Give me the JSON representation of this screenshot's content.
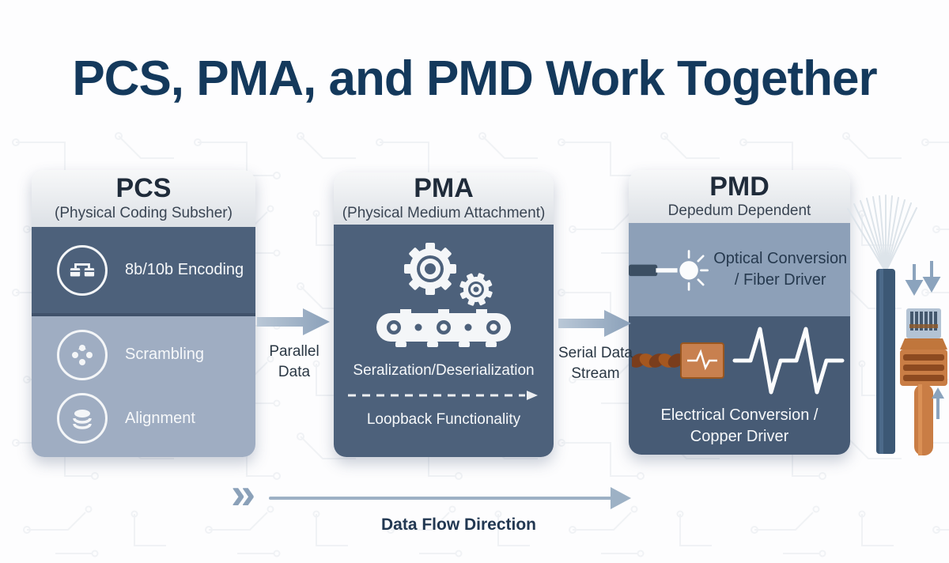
{
  "title": "PCS, PMA, and PMD Work Together",
  "panels": [
    {
      "acronym": "PCS",
      "subtitle": "(Physical Coding Subsher)",
      "features": [
        {
          "icon": "network-encoding-icon",
          "label": "8b/10b Encoding"
        },
        {
          "icon": "scrambling-clover-icon",
          "label": "Scrambling"
        },
        {
          "icon": "alignment-layers-icon",
          "label": "Alignment"
        }
      ]
    },
    {
      "acronym": "PMA",
      "subtitle": "(Physical Medium Attachment)",
      "icon": "gears-conveyor-icon",
      "features": [
        {
          "label": "Seralization/Deserialization"
        },
        {
          "label": "Loopback Functionality"
        }
      ]
    },
    {
      "acronym": "PMD",
      "subtitle": "Depedum Dependent",
      "features": [
        {
          "icon": "optical-laser-icon",
          "label": "Optical Conversion / Fiber Driver"
        },
        {
          "icon": "electrical-waveform-icon",
          "label": "Electrical Conversion / Copper Driver"
        }
      ]
    }
  ],
  "connectors": [
    {
      "label": "Parallel Data"
    },
    {
      "label": "Serial Data Stream"
    }
  ],
  "flow": {
    "label": "Data Flow Direction"
  },
  "graphics": {
    "icons": [
      "fiber-optic-cable-graphic",
      "ethernet-cable-rj45-graphic",
      "double-chevron-icon",
      "down-arrows-icon",
      "up-arrow-icon"
    ]
  },
  "colors": {
    "title_text": "#14395c",
    "panel_dark": "#4d617b",
    "panel_light": "#9fadc2",
    "pmd_optical_band": "#8da0b8",
    "pmd_electrical_band": "#475b75",
    "arrow": "#9db1c5",
    "copper_orange": "#c8804f"
  }
}
